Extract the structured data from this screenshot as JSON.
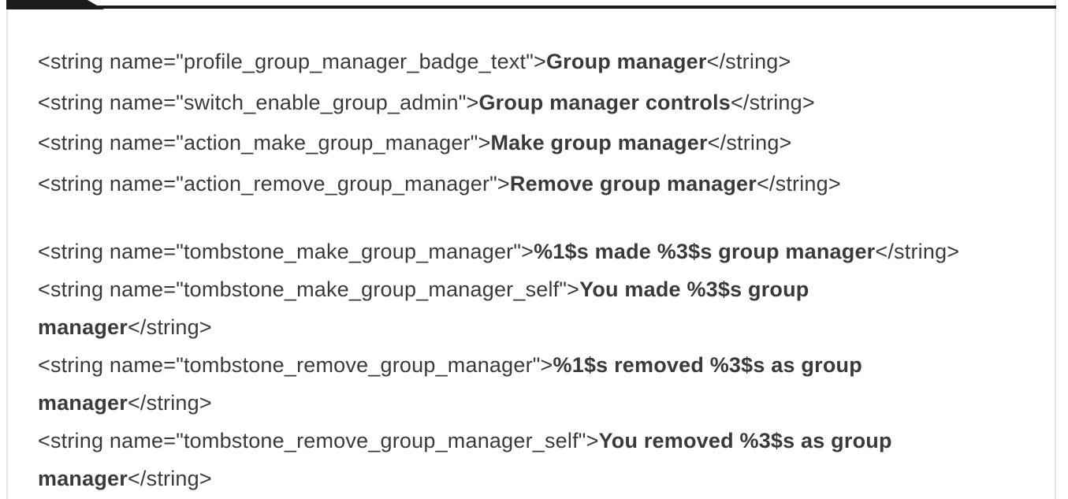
{
  "page": {
    "background": "#ffffff",
    "card_border_color": "#e6e6e6",
    "top_bar_color": "#1b1b1b",
    "text_color": "#3a3a3a"
  },
  "code": {
    "language": "android-strings-xml",
    "strings": [
      {
        "name": "profile_group_manager_badge_text",
        "value": "Group manager"
      },
      {
        "name": "switch_enable_group_admin",
        "value": "Group manager controls"
      },
      {
        "name": "action_make_group_manager",
        "value": "Make group manager"
      },
      {
        "name": "action_remove_group_manager",
        "value": "Remove group manager"
      },
      {
        "name": "tombstone_make_group_manager",
        "value": "%1$s made %3$s group manager"
      },
      {
        "name": "tombstone_make_group_manager_self",
        "value": "You made %3$s group manager"
      },
      {
        "name": "tombstone_remove_group_manager",
        "value": "%1$s removed %3$s as group manager"
      },
      {
        "name": "tombstone_remove_group_manager_self",
        "value": "You removed %3$s as group manager"
      }
    ],
    "groups": [
      {
        "lines": [
          [
            {
              "text": "<string name=\"profile_group_manager_badge_text\">",
              "bold": false
            },
            {
              "text": "Group manager",
              "bold": true
            },
            {
              "text": "</string>",
              "bold": false
            }
          ],
          [
            {
              "text": "<string name=\"switch_enable_group_admin\">",
              "bold": false
            },
            {
              "text": "Group manager controls",
              "bold": true
            },
            {
              "text": "</string>",
              "bold": false
            }
          ],
          [
            {
              "text": "<string name=\"action_make_group_manager\">",
              "bold": false
            },
            {
              "text": "Make group manager",
              "bold": true
            },
            {
              "text": "</string>",
              "bold": false
            }
          ],
          [
            {
              "text": "<string name=\"action_remove_group_manager\">",
              "bold": false
            },
            {
              "text": "Remove group manager",
              "bold": true
            },
            {
              "text": "</string>",
              "bold": false
            }
          ]
        ]
      },
      {
        "lines": [
          [
            {
              "text": "<string name=\"tombstone_make_group_manager\">",
              "bold": false
            },
            {
              "text": "%1$s made %3$s group manager",
              "bold": true
            },
            {
              "text": "</string>",
              "bold": false
            }
          ],
          [
            {
              "text": "<string name=\"tombstone_make_group_manager_self\">",
              "bold": false
            },
            {
              "text": "You made %3$s group",
              "bold": true
            }
          ],
          [
            {
              "text": "manager",
              "bold": true
            },
            {
              "text": "</string>",
              "bold": false
            }
          ],
          [
            {
              "text": "<string name=\"tombstone_remove_group_manager\">",
              "bold": false
            },
            {
              "text": "%1$s removed %3$s as group",
              "bold": true
            }
          ],
          [
            {
              "text": "manager",
              "bold": true
            },
            {
              "text": "</string>",
              "bold": false
            }
          ],
          [
            {
              "text": "<string name=\"tombstone_remove_group_manager_self\">",
              "bold": false
            },
            {
              "text": "You removed %3$s as group",
              "bold": true
            }
          ],
          [
            {
              "text": "manager",
              "bold": true
            },
            {
              "text": "</string>",
              "bold": false
            }
          ]
        ]
      }
    ]
  }
}
